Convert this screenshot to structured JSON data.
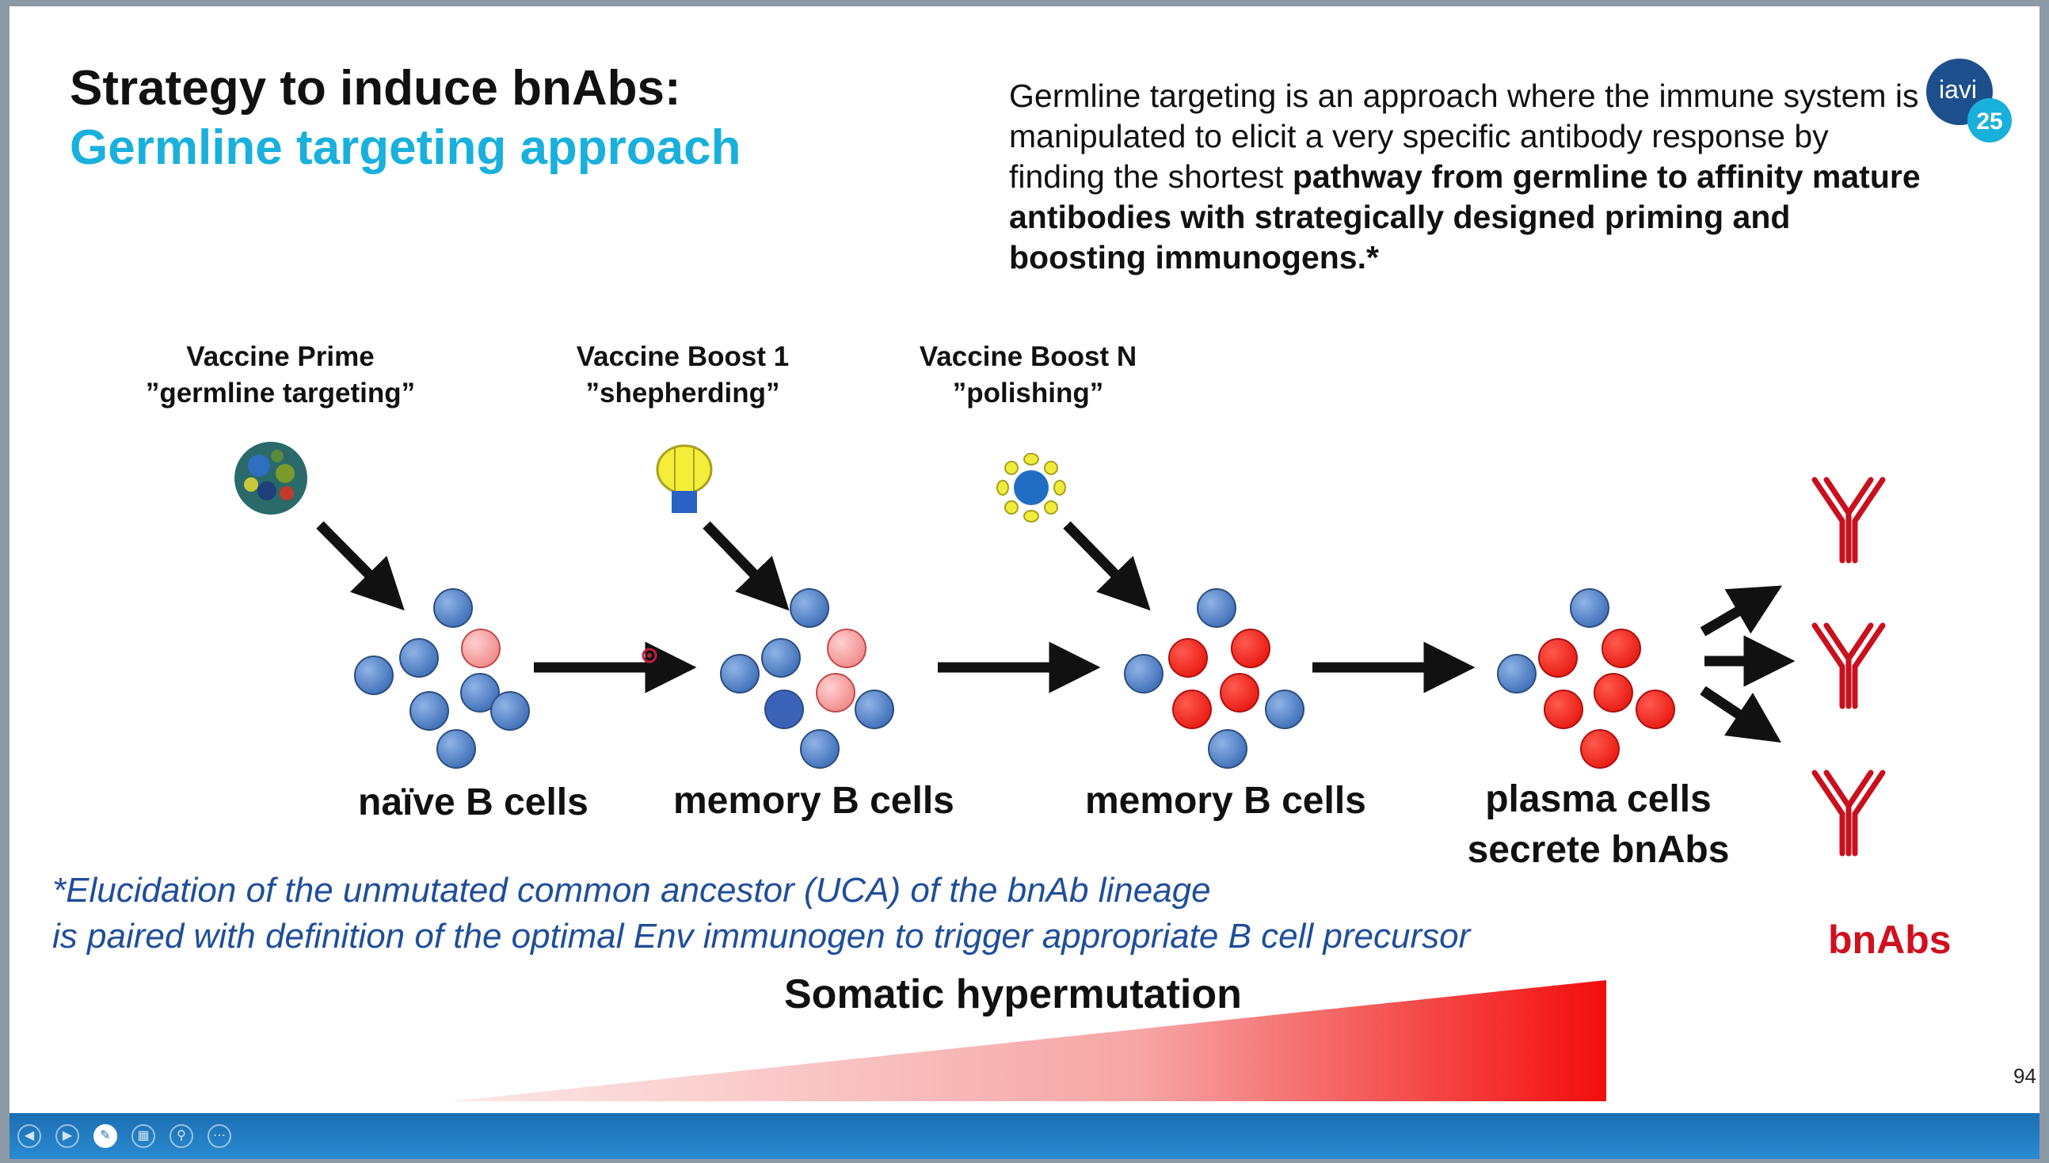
{
  "slide": {
    "title_line1": "Strategy to induce bnAbs:",
    "title_line2": "Germline targeting approach",
    "description_plain": "Germline targeting is an approach where the immune system is manipulated to elicit a very specific antibody response by finding the shortest ",
    "description_bold": "pathway from germline to affinity mature antibodies with strategically designed priming and boosting immunogens.*",
    "logo_text": "iavi",
    "logo_badge": "25",
    "stages": [
      {
        "title": "Vaccine Prime",
        "subtitle": "”germline targeting”",
        "cells_label": "naïve B cells"
      },
      {
        "title": "Vaccine Boost 1",
        "subtitle": "”shepherding”",
        "cells_label": "memory B cells"
      },
      {
        "title": "Vaccine Boost N",
        "subtitle": "”polishing”",
        "cells_label": "memory B cells"
      }
    ],
    "plasma_line1": "plasma cells",
    "plasma_line2": "secrete bnAbs",
    "bnabs_label": "bnAbs",
    "footnote_line1": "*Elucidation of the unmutated common ancestor (UCA) of the bnAb lineage",
    "footnote_line2": "is paired with definition of the optimal Env immunogen to trigger appropriate B cell precursor",
    "gradient_label": "Somatic hypermutation",
    "page_number": "94"
  },
  "colors": {
    "accent_blue": "#19b0dc",
    "bcell_blue": "#4d7fc4",
    "bcell_red": "#ee2a22",
    "bnab_red": "#c8101e",
    "footnote_blue": "#1f4e9a",
    "presenter_bar": "#1b6fb3"
  },
  "presenter_toolbar": {
    "icons": [
      "previous-icon",
      "next-icon",
      "pen-icon",
      "slides-icon",
      "zoom-icon",
      "more-icon"
    ]
  }
}
